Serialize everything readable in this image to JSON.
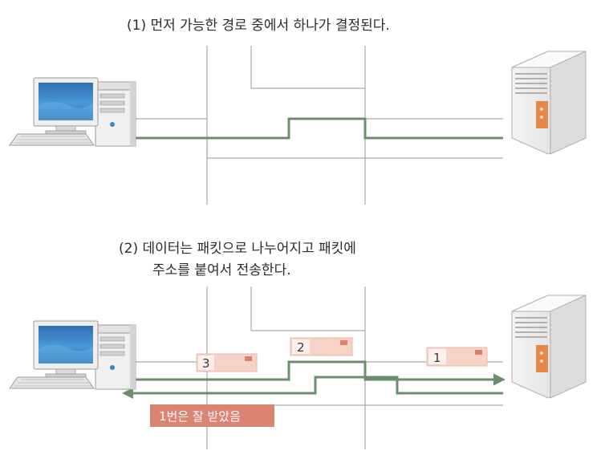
{
  "step1": {
    "caption": "(1) 먼저 가능한 경로 중에서 하나가 결정된다."
  },
  "step2": {
    "caption_line1": "(2) 데이터는 패킷으로 나누어지고 패킷에",
    "caption_line2": "주소를 붙여서 전송한다."
  },
  "packets": [
    {
      "label": "3"
    },
    {
      "label": "2"
    },
    {
      "label": "1"
    }
  ],
  "ack": {
    "label": "1번은 잘 받았음"
  },
  "colors": {
    "route": "#6b8f6e",
    "network_line": "#a9a9a9",
    "packet_fill": "#f6d3c6",
    "packet_tag": "#d9826a",
    "ack_fill": "#d98572",
    "monitor_screen": "#3a86c8",
    "server_accent": "#e8874a"
  },
  "icons": {
    "client": "desktop-computer-icon",
    "server": "server-tower-icon"
  }
}
